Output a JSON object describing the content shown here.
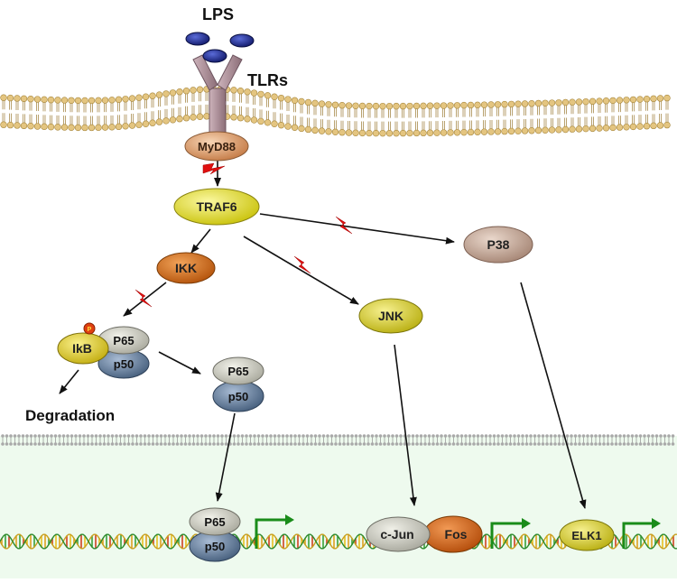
{
  "labels": {
    "lps": "LPS",
    "tlrs": "TLRs",
    "myd88": "MyD88",
    "traf6": "TRAF6",
    "p38": "P38",
    "ikk": "IKK",
    "jnk": "JNK",
    "ikb": "IkB",
    "phospho": "P",
    "p65_complex": "P65",
    "p50_complex": "p50",
    "p65_free": "P65",
    "p50_free": "p50",
    "degradation": "Degradation",
    "p65_nuclear": "P65",
    "p50_nuclear": "p50",
    "cjun": "c-Jun",
    "fos": "Fos",
    "elk1": "ELK1"
  },
  "colors": {
    "nucleus_bg": "#eefaee",
    "lipid_head": "#e4c580",
    "lipid_tail": "#b9a270",
    "lps": "#1f2a8c",
    "receptor": "#a88a93",
    "myd88": "#dd9f6e",
    "traf6": "#e3df22",
    "p38": "#c3a697",
    "ikk": "#d86b16",
    "jnk": "#d8d020",
    "ikb": "#e0cc1e",
    "p65": "#c7c7bc",
    "p50": "#607a98",
    "cjun": "#c8c8be",
    "fos": "#d6601a",
    "elk1": "#d8d020",
    "lightning": "#e01010",
    "arrow": "#111111",
    "transcription_arrow": "#1a8c1a"
  }
}
